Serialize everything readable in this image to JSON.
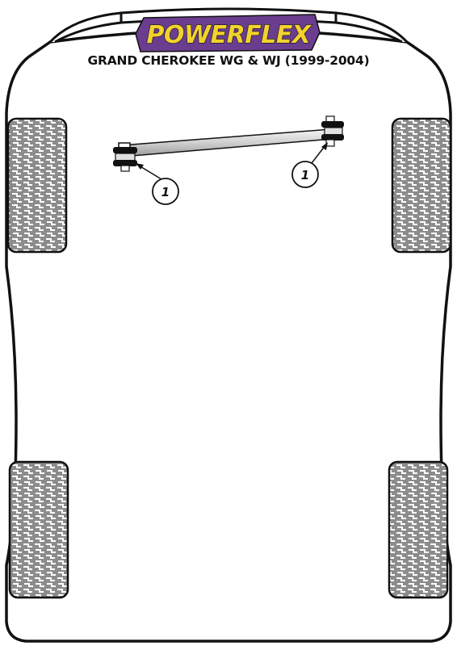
{
  "brand": {
    "logo_text": "POWERFLEX",
    "logo_fill": "#f2d22e",
    "logo_outline": "#6a3d8f"
  },
  "title": "GRAND CHEROKEE WG & WJ (1999-2004)",
  "colors": {
    "outline": "#111111",
    "tyre": "#8c8c8c",
    "tread": "#ffffff",
    "bar": "#d8d8d8",
    "bush": "#111111"
  },
  "components": [
    {
      "part": "rear-left-bush",
      "callout": "1"
    },
    {
      "part": "rear-right-bush",
      "callout": "1"
    }
  ]
}
